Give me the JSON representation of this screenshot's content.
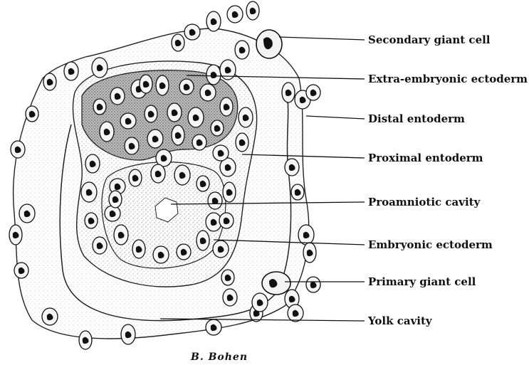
{
  "labels": [
    "Secondary giant cell",
    "Extra-embryonic ectoderm",
    "Distal entoderm",
    "Proximal entoderm",
    "Proamniotic cavity",
    "Embryonic ectoderm",
    "Primary giant cell",
    "Yolk cavity"
  ],
  "signature": "B. Bohen"
}
